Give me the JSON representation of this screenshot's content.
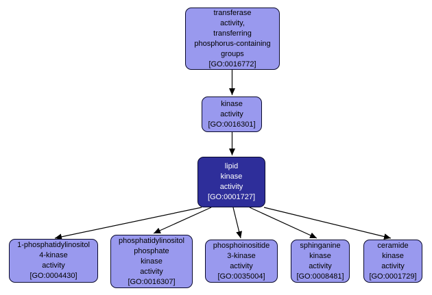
{
  "graph": {
    "background_color": "#ffffff",
    "node_fill_color": "#9999ee",
    "focus_node_fill_color": "#2e2e9a",
    "node_border_color": "#07072b",
    "edge_color": "#000000",
    "node_text_color": "#000000",
    "focus_node_text_color": "#ffffff"
  },
  "nodes": {
    "transferase": {
      "go_id": "GO:0016772",
      "lines": [
        "transferase",
        "activity,",
        "transferring",
        "phosphorus-containing",
        "groups",
        "[GO:0016772]"
      ]
    },
    "kinase": {
      "go_id": "GO:0016301",
      "lines": [
        "kinase",
        "activity",
        "[GO:0016301]"
      ]
    },
    "lipid_kinase": {
      "go_id": "GO:0001727",
      "lines": [
        "lipid",
        "kinase",
        "activity",
        "[GO:0001727]"
      ]
    },
    "pi_4_kinase": {
      "go_id": "GO:0004430",
      "lines": [
        "1-phosphatidylinositol",
        "4-kinase",
        "activity",
        "[GO:0004430]"
      ]
    },
    "pip_kinase": {
      "go_id": "GO:0016307",
      "lines": [
        "phosphatidylinositol",
        "phosphate",
        "kinase",
        "activity",
        "[GO:0016307]"
      ]
    },
    "pi_3_kinase": {
      "go_id": "GO:0035004",
      "lines": [
        "phosphoinositide",
        "3-kinase",
        "activity",
        "[GO:0035004]"
      ]
    },
    "sphinganine_kinase": {
      "go_id": "GO:0008481",
      "lines": [
        "sphinganine",
        "kinase",
        "activity",
        "[GO:0008481]"
      ]
    },
    "ceramide_kinase": {
      "go_id": "GO:0001729",
      "lines": [
        "ceramide",
        "kinase",
        "activity",
        "[GO:0001729]"
      ]
    }
  },
  "edges": [
    {
      "from": "GO:0016772",
      "to": "GO:0016301"
    },
    {
      "from": "GO:0016301",
      "to": "GO:0001727"
    },
    {
      "from": "GO:0001727",
      "to": "GO:0004430"
    },
    {
      "from": "GO:0001727",
      "to": "GO:0016307"
    },
    {
      "from": "GO:0001727",
      "to": "GO:0035004"
    },
    {
      "from": "GO:0001727",
      "to": "GO:0008481"
    },
    {
      "from": "GO:0001727",
      "to": "GO:0001729"
    }
  ]
}
